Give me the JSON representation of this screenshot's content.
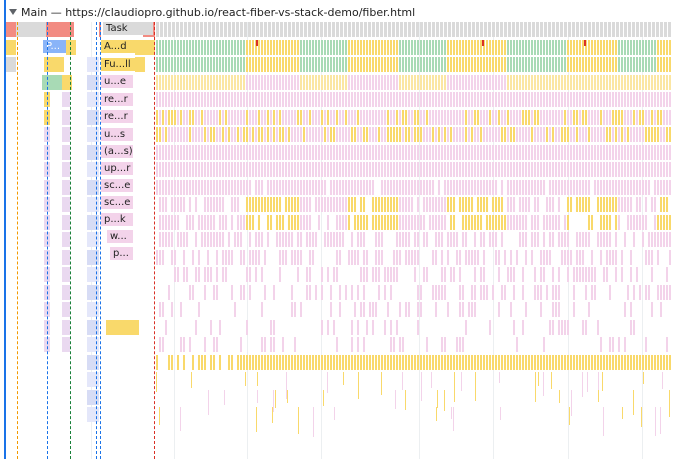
{
  "header": {
    "title": "Main — https://claudiopro.github.io/react-fiber-vs-stack-demo/fiber.html",
    "icon": "chevron-down-icon"
  },
  "colors": {
    "task": "#dadada",
    "task_long": "#f28b82",
    "scripting": "#f9d96b",
    "script_light": "#fbe6a3",
    "function": "#f3d3ea",
    "function_alt": "#ead9f0",
    "parse": "#8ab4f8",
    "green": "#a8dab5",
    "marker_orange": "#f29900",
    "marker_green": "#188038",
    "marker_blue": "#1a73e8",
    "marker_red": "#d93025"
  },
  "frames": [
    {
      "text": "Task"
    },
    {
      "text": "P..."
    },
    {
      "text": "A...d"
    },
    {
      "text": "Fu...ll"
    },
    {
      "text": "u...e"
    },
    {
      "text": "re...r"
    },
    {
      "text": "re...r"
    },
    {
      "text": "u...s"
    },
    {
      "text": "(a...s)"
    },
    {
      "text": "up...r"
    },
    {
      "text": "sc...e"
    },
    {
      "text": "sc...e"
    },
    {
      "text": "p...k"
    },
    {
      "text": "w..."
    },
    {
      "text": "p..."
    }
  ]
}
